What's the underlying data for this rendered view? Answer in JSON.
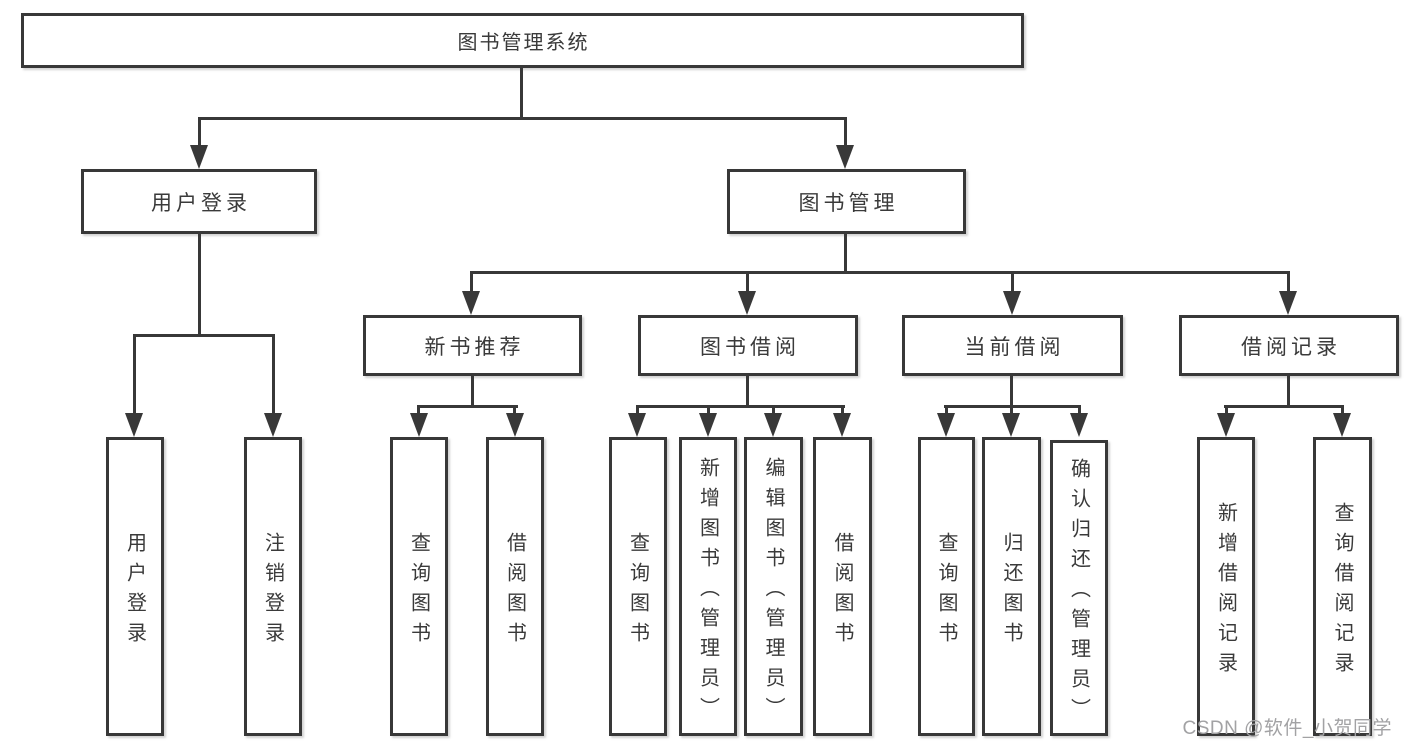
{
  "diagram": {
    "root": "图书管理系统",
    "user_branch": {
      "label": "用户登录",
      "children": [
        "用户登录",
        "注销登录"
      ]
    },
    "mgmt_branch": {
      "label": "图书管理",
      "sections": [
        {
          "label": "新书推荐",
          "children": [
            "查询图书",
            "借阅图书"
          ]
        },
        {
          "label": "图书借阅",
          "children": [
            "查询图书",
            "新增图书（管理员）",
            "编辑图书（管理员）",
            "借阅图书"
          ]
        },
        {
          "label": "当前借阅",
          "children": [
            "查询图书",
            "归还图书",
            "确认归还（管理员）"
          ]
        },
        {
          "label": "借阅记录",
          "children": [
            "新增借阅记录",
            "查询借阅记录"
          ]
        }
      ]
    }
  },
  "watermark": {
    "text": "CSDN @软件_小贺同学"
  },
  "colors": {
    "line": "#383838",
    "text": "#3a3a3a",
    "box_fill": "#ffffff",
    "background": "#ffffff",
    "watermark": "#a2a2a4"
  }
}
